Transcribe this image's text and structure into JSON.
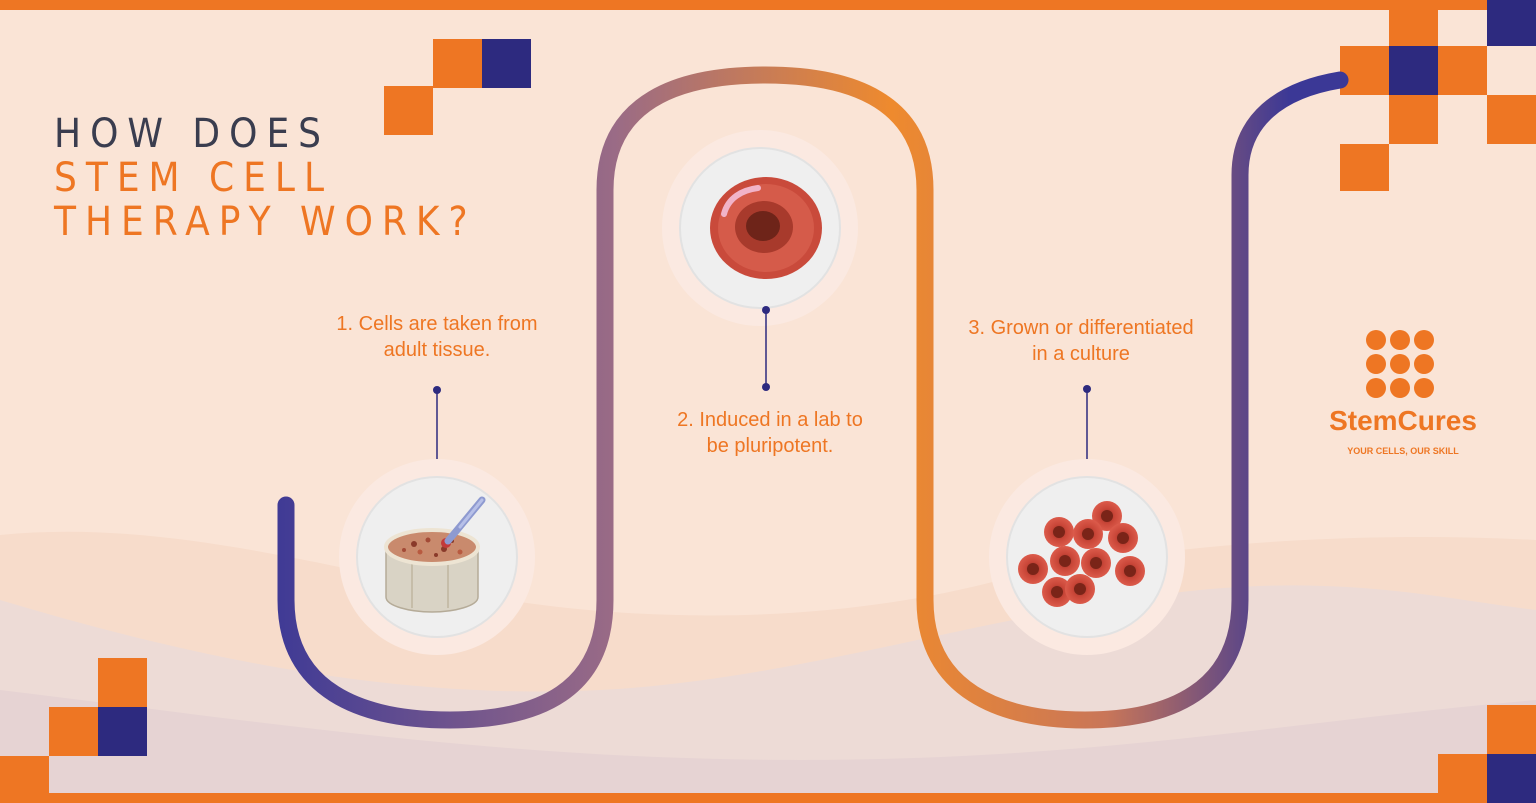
{
  "title": {
    "line1": "HOW DOES",
    "line2": "STEM CELL",
    "line3": "THERAPY WORK?"
  },
  "steps": [
    {
      "line1": "1. Cells are taken from",
      "line2": "adult tissue.",
      "icon": "bone-marrow-icon"
    },
    {
      "line1": "2. Induced in a lab to",
      "line2": "be pluripotent.",
      "icon": "red-cell-icon"
    },
    {
      "line1": "3. Grown or differentiated",
      "line2": "in a culture",
      "icon": "cell-cluster-icon"
    }
  ],
  "brand": {
    "name": "StemCures",
    "tagline": "YOUR CELLS, OUR SKILL"
  },
  "colors": {
    "orange": "#ee7623",
    "navy": "#2d2a7f",
    "background": "#fae4d6",
    "title_dark": "#3a3d4f"
  }
}
